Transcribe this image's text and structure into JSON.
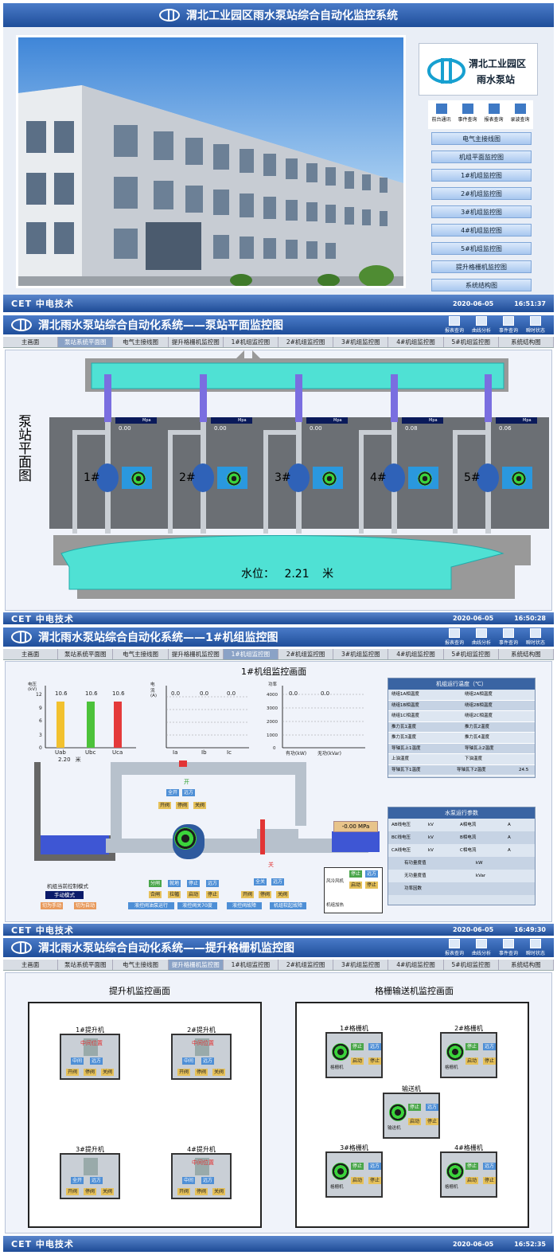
{
  "s1": {
    "title": "渭北工业园区雨水泵站综合自动化监控系统",
    "logo_l1": "渭北工业园区",
    "logo_l2": "雨水泵站",
    "quick": [
      "前台通讯",
      "事件查询",
      "报表查询",
      "录波查询"
    ],
    "nav": [
      "电气主接线图",
      "机组平面监控图",
      "1#机组监控图",
      "2#机组监控图",
      "3#机组监控图",
      "4#机组监控图",
      "5#机组监控图",
      "提升格栅机监控图",
      "系统结构图"
    ],
    "date": "2020-06-05",
    "time": "16:51:37"
  },
  "brand": "CET 中电技术",
  "icons": [
    "报表查询",
    "曲线分析",
    "事件查询",
    "瞬时状态"
  ],
  "tabs": [
    "主画面",
    "泵站系统平面图",
    "电气主接线图",
    "提升格栅机监控图",
    "1#机组监控图",
    "2#机组监控图",
    "3#机组监控图",
    "4#机组监控图",
    "5#机组监控图",
    "系统结构图"
  ],
  "s2": {
    "title": "渭北雨水泵站综合自动化系统——泵站平面监控图",
    "side": "泵站平面图",
    "pumps": [
      {
        "label": "1#",
        "val": "0.00"
      },
      {
        "label": "2#",
        "val": "0.00"
      },
      {
        "label": "3#",
        "val": "0.00"
      },
      {
        "label": "4#",
        "val": "0.08"
      },
      {
        "label": "5#",
        "val": "0.06"
      }
    ],
    "unit": "Mpa",
    "level_label": "水位：",
    "level": "2.21",
    "level_unit": "米",
    "date": "2020-06-05",
    "time": "16:50:28"
  },
  "s3": {
    "title": "渭北雨水泵站综合自动化系统——1#机组监控图",
    "subtitle": "1#机组监控画面",
    "volt": {
      "ylabel": "电压(kV)",
      "cats": [
        "Uab",
        "Ubc",
        "Uca"
      ],
      "vals": [
        "10.6",
        "10.6",
        "10.6"
      ]
    },
    "curr": {
      "ylabel": "电流(A)",
      "cats": [
        "Ia",
        "Ib",
        "Ic"
      ],
      "vals": [
        "0.0",
        "0.0",
        "0.0"
      ]
    },
    "pow": {
      "ylabel": "功率",
      "cats": [
        "有功(kW)",
        "无功(kVar)"
      ],
      "vals": [
        "0.0",
        "0.0"
      ]
    },
    "level": "2.20",
    "level_unit": "米",
    "open": "开",
    "close": "关",
    "pressure": "-0.00",
    "p_unit": "MPa",
    "temp_title": "机组运行温度（℃）",
    "temps": [
      [
        "绕组1A相温度",
        "绕组2A相温度"
      ],
      [
        "绕组1B相温度",
        "绕组2B相温度"
      ],
      [
        "绕组1C相温度",
        "绕组2C相温度"
      ],
      [
        "推力瓦1温度",
        "推力瓦2温度"
      ],
      [
        "推力瓦3温度",
        "推力瓦4温度"
      ],
      [
        "导轴瓦上1温度",
        "导轴瓦上2温度"
      ],
      [
        "上油温度",
        "下油温度"
      ],
      [
        "导轴瓦下1温度",
        "导轴瓦下2温度"
      ]
    ],
    "temp_last": "24.5",
    "pump_title": "水泵运行参数",
    "prm": [
      [
        "AB线电压",
        "kV",
        "A相电流",
        "A"
      ],
      [
        "BC线电压",
        "kV",
        "B相电流",
        "A"
      ],
      [
        "CA线电压",
        "kV",
        "C相电流",
        "A"
      ]
    ],
    "prm2": [
      "有功量度值",
      "无功量度值",
      "功率因数"
    ],
    "prm2u": [
      "kW",
      "kVar",
      ""
    ],
    "mode_label": "机组当前控制模式",
    "mode": "手动模式",
    "mode_btns": [
      "切为手动",
      "切为自动"
    ],
    "valve_btns": [
      "全开",
      "远方",
      "开阀",
      "停阀",
      "关阀"
    ],
    "ctl1": [
      "分闸",
      "就地",
      "停止",
      "远方"
    ],
    "ctl2": [
      "合闸",
      "拉幅",
      "启动",
      "停止"
    ],
    "ctl3": [
      "全关",
      "远方"
    ],
    "ctl4": [
      "开阀",
      "停阀",
      "关阀"
    ],
    "status": [
      "液控阀油泵运行",
      "液控阀关70度",
      "液控阀故障",
      "机组软起故障"
    ],
    "aux": [
      "风冷风机",
      "机组加热"
    ],
    "aux_btns": [
      "停止",
      "远方",
      "启动",
      "停止"
    ],
    "date": "2020-06-05",
    "time": "16:49:30"
  },
  "s4": {
    "title": "渭北雨水泵站综合自动化系统——提升格栅机监控图",
    "left_title": "提升机监控画面",
    "right_title": "格栅输送机监控画面",
    "lifts": [
      "1#提升机",
      "2#提升机",
      "3#提升机",
      "4#提升机"
    ],
    "mid": "中间位置",
    "lift_btns": [
      "中间",
      "远方"
    ],
    "lift_btns2": [
      "开阀",
      "停阀",
      "关阀"
    ],
    "lift_btns_alt": [
      "全开",
      "远方"
    ],
    "grids": [
      "1#格栅机",
      "2#格栅机",
      "输送机",
      "3#格栅机",
      "4#格栅机"
    ],
    "grid_lbl": [
      "格栅机",
      "格栅机",
      "输送机",
      "格栅机",
      "格栅机"
    ],
    "grid_btns": [
      "停止",
      "远方",
      "启动",
      "停止"
    ],
    "date": "2020-06-05",
    "time": "16:52:35"
  }
}
